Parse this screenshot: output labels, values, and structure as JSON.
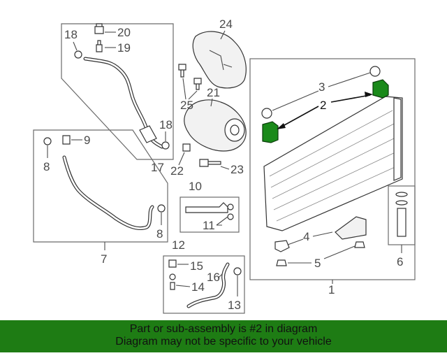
{
  "labels": {
    "n1": "1",
    "n2a": "2",
    "n3": "3",
    "n4": "4",
    "n5": "5",
    "n6": "6",
    "n7": "7",
    "n8a": "8",
    "n8b": "8",
    "n9": "9",
    "n10": "10",
    "n11": "11",
    "n12": "12",
    "n13": "13",
    "n14": "14",
    "n15": "15",
    "n16": "16",
    "n17": "17",
    "n18a": "18",
    "n18b": "18",
    "n19": "19",
    "n20": "20",
    "n21": "21",
    "n22": "22",
    "n23": "23",
    "n24": "24",
    "n25": "25"
  },
  "highlight_color": "#1e8a1e",
  "banner": {
    "line1": "Part or sub-assembly is #2 in diagram",
    "line2": "Diagram may not be specific to your vehicle",
    "background": "#1e7c14"
  }
}
